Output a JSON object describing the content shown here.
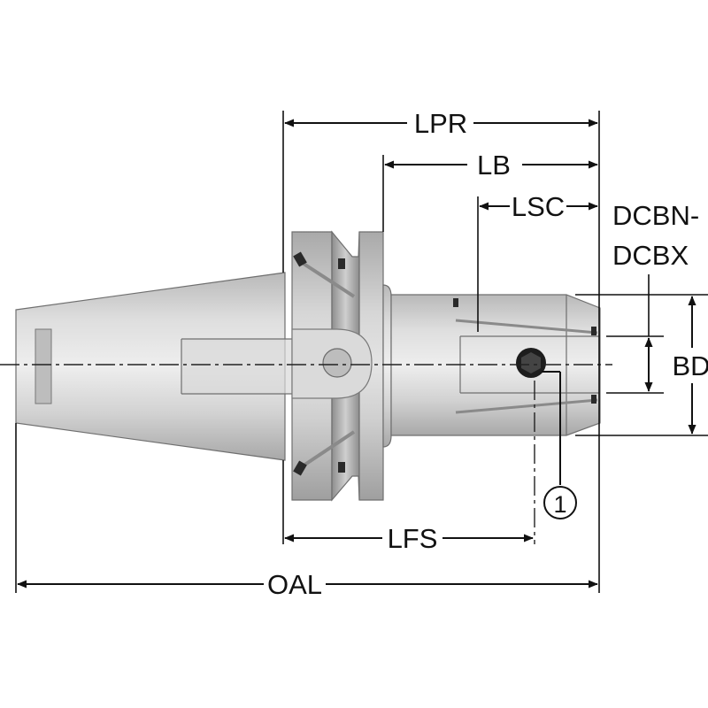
{
  "diagram": {
    "labels": {
      "lpr": "LPR",
      "lb": "LB",
      "lsc": "LSC",
      "dcbn": "DCBN-",
      "dcbx": "DCBX",
      "bd": "BD",
      "lfs": "LFS",
      "oal": "OAL",
      "callout": "1"
    },
    "colors": {
      "line": "#111111",
      "body_light": "#e4e4e4",
      "body_mid": "#c6c6c6",
      "body_dark": "#9c9c9c"
    }
  }
}
